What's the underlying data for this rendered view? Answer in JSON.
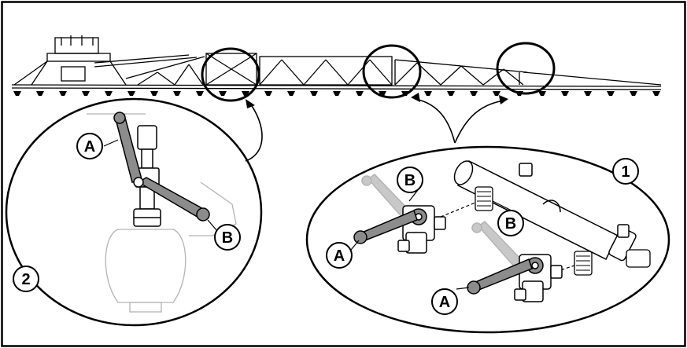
{
  "figure": {
    "stroke_color": "#000000",
    "part_fill": "#8c8c8c",
    "faded_color": "#b4b4b4"
  },
  "callouts": {
    "detail_1_number": "1",
    "detail_2_number": "2",
    "d2_a": "A",
    "d2_b": "B",
    "d1_upper_a": "A",
    "d1_upper_b": "B",
    "d1_lower_a": "A",
    "d1_lower_b": "B"
  }
}
